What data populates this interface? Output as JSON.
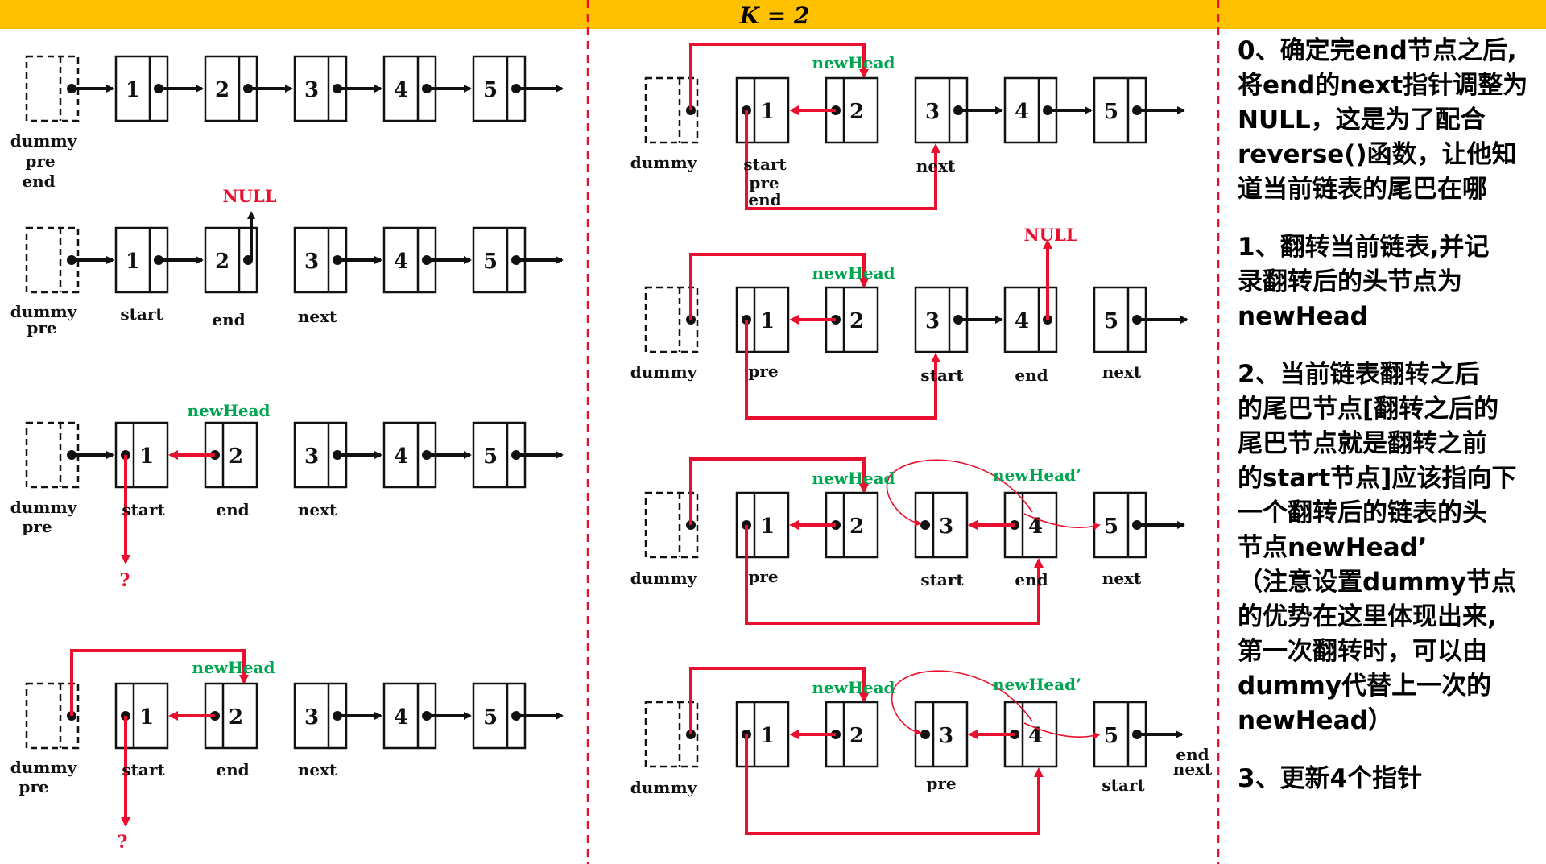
{
  "header": {
    "title": "K = 2"
  },
  "colors": {
    "header_bg": "#FFC000",
    "red": "#E8102E",
    "green": "#00A550",
    "divider": "#E8102E",
    "ink": "#111111"
  },
  "node_values": [
    "1",
    "2",
    "3",
    "4",
    "5"
  ],
  "labels": {
    "dummy": "dummy",
    "pre": "pre",
    "end": "end",
    "start": "start",
    "next": "next",
    "null": "NULL",
    "new_head": "newHead",
    "new_head2": "newHead’",
    "question": "?"
  },
  "notes": [
    {
      "lines": [
        "0、确定完end节点之后,",
        "将end的next指针调整为",
        "NULL，这是为了配合",
        "reverse()函数，让他知",
        "道当前链表的尾巴在哪"
      ]
    },
    {
      "lines": [
        "1、翻转当前链表,并记",
        "录翻转后的头节点为",
        "newHead"
      ]
    },
    {
      "lines": [
        "2、当前链表翻转之后",
        "的尾巴节点[翻转之后的",
        "尾巴节点就是翻转之前",
        "的start节点]应该指向下",
        "一个翻转后的链表的头",
        "节点newHead’",
        "（注意设置dummy节点",
        "的优势在这里体现出来,",
        "第一次翻转时，可以由",
        "dummy代替上一次的",
        "newHead）"
      ]
    },
    {
      "lines": [
        "3、更新4个指针"
      ]
    }
  ]
}
